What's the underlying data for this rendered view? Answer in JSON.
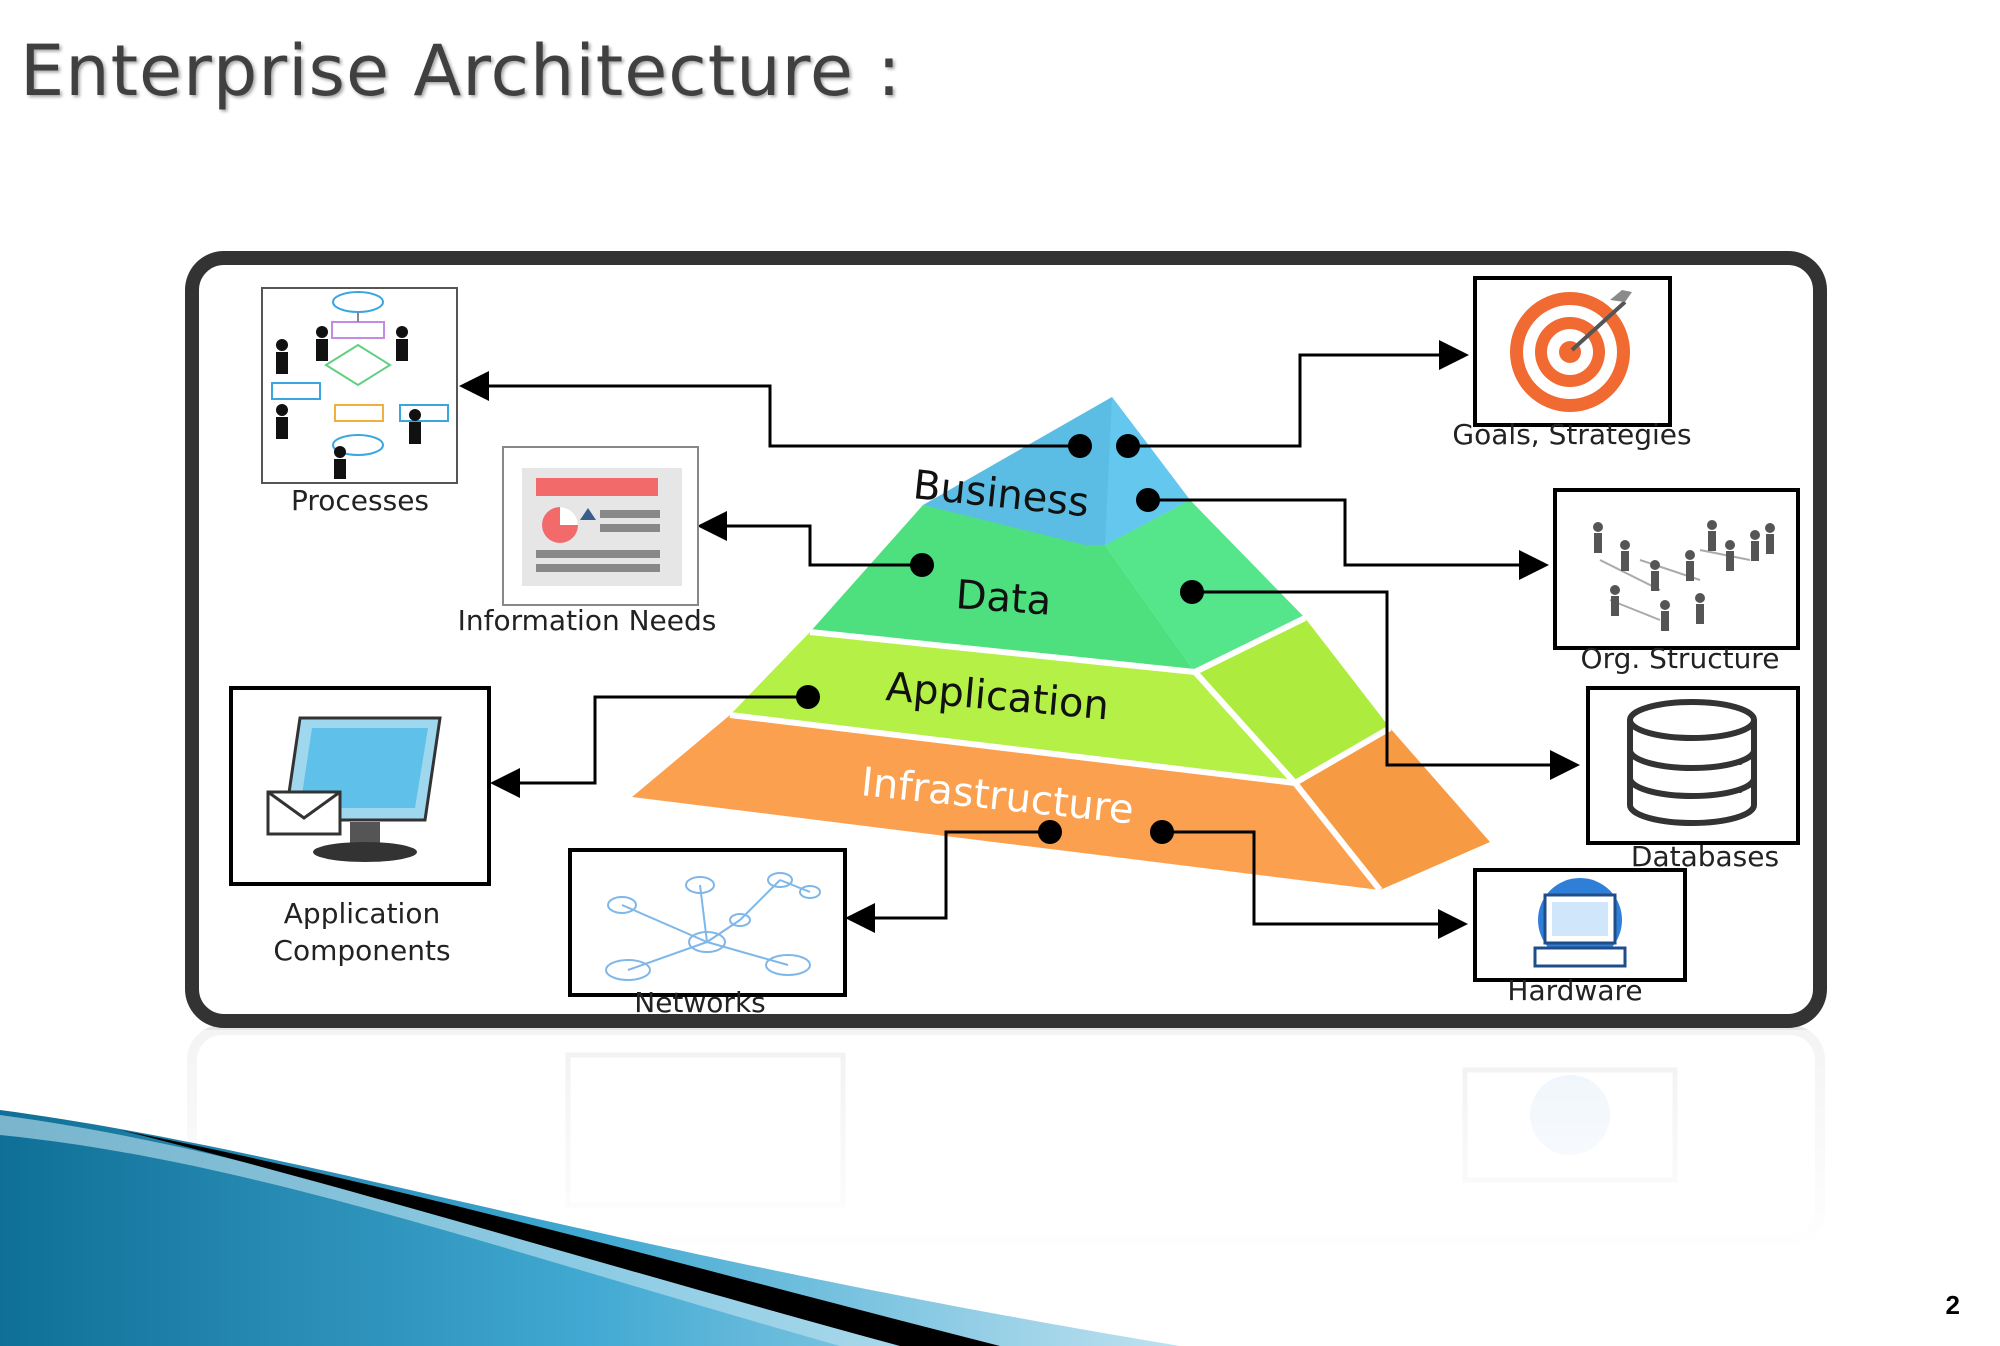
{
  "page": {
    "title": "Enterprise Architecture :",
    "page_number": "2"
  },
  "diagram": {
    "layers": {
      "business": "Business",
      "data": "Data",
      "application": "Application",
      "infrastructure": "Infrastructure"
    },
    "components": {
      "processes": "Processes",
      "information_needs": "Information Needs",
      "application_components_line1": "Application",
      "application_components_line2": "Components",
      "networks": "Networks",
      "goals_strategies": "Goals, Strategies",
      "org_structure": "Org. Structure",
      "databases": "Databases",
      "hardware": "Hardware"
    },
    "colors": {
      "business": "#5BBDE4",
      "data": "#4EE07F",
      "application": "#B4F046",
      "infrastructure": "#FBA04F",
      "frame": "#333333",
      "slide_accent": "#2C9AC0"
    }
  }
}
